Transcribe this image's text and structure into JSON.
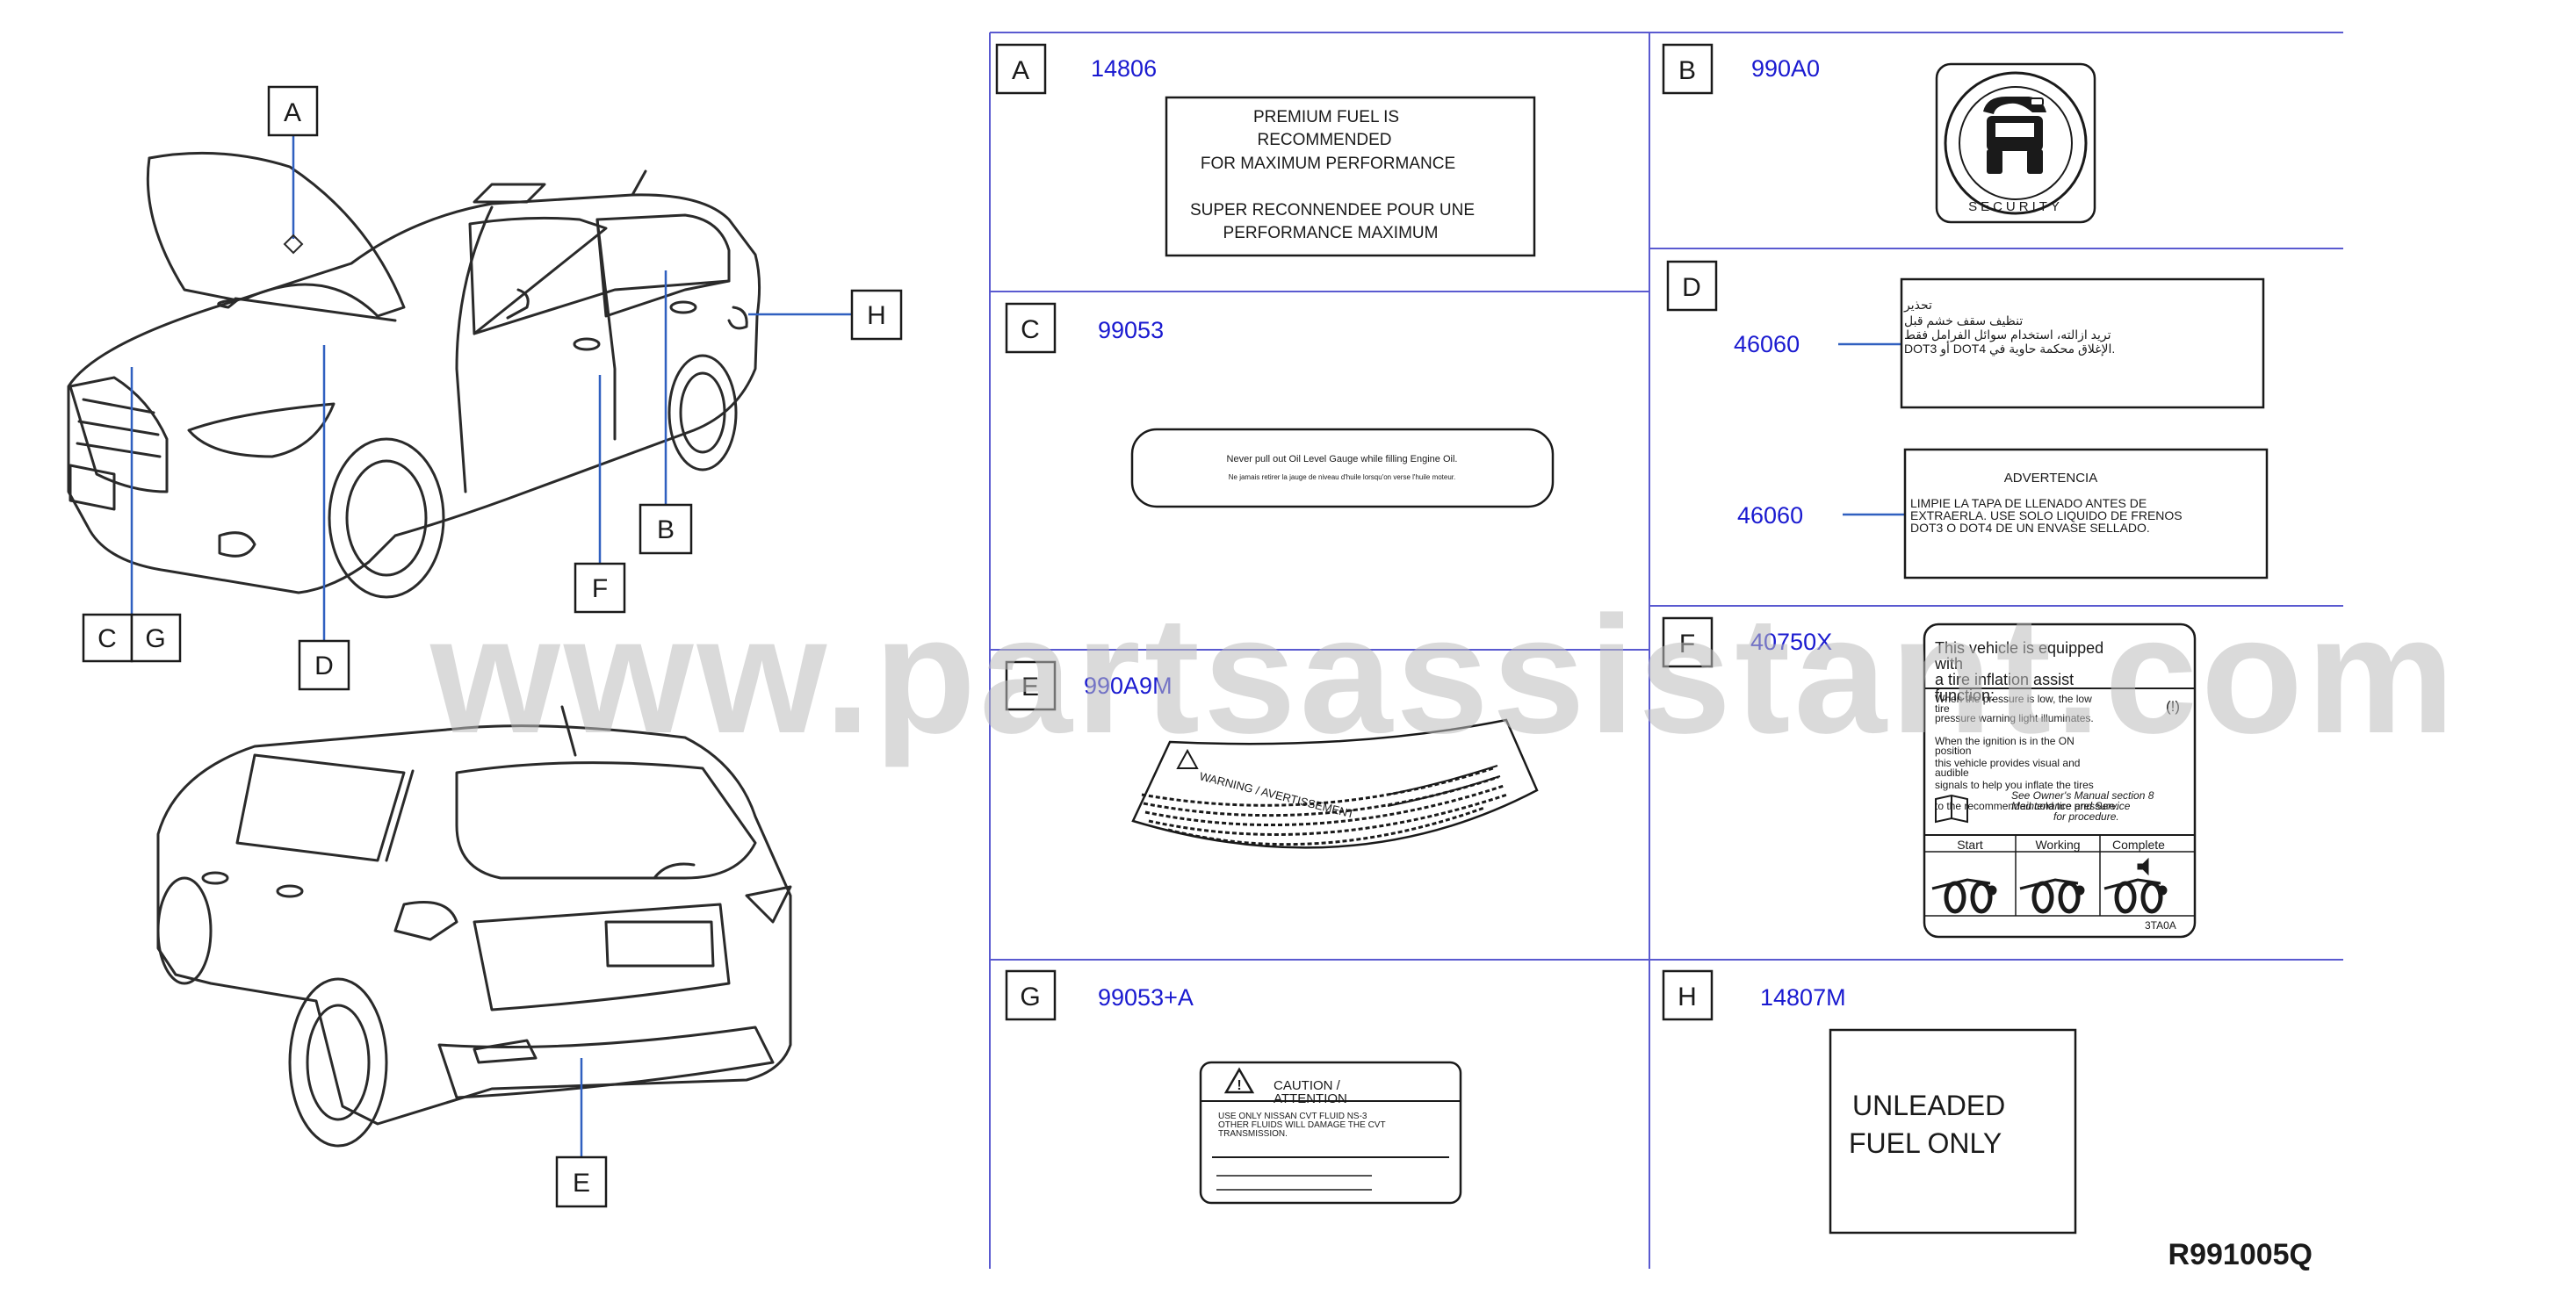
{
  "callouts": {
    "A": "A",
    "B": "B",
    "C": "C",
    "D": "D",
    "E": "E",
    "F": "F",
    "G": "G",
    "H": "H"
  },
  "panels": {
    "A": {
      "letter": "A",
      "part": "14806",
      "lines": [
        "PREMIUM   FUEL   IS",
        "RECOMMENDED",
        "FOR   MAXIMUM   PERFORMANCE",
        "SUPER   RECONNENDEE   POUR   UNE",
        "PERFORMANCE   MAXIMUM"
      ]
    },
    "B": {
      "letter": "B",
      "part": "990A0",
      "ring_text": "SECURITY"
    },
    "C": {
      "letter": "C",
      "part": "99053",
      "line1": "Never   pull   out   Oil   Level   Gauge   while   filling   Engine   Oil.",
      "line2": "Ne   jamais   retirer   la   jauge   de   niveau   d'huile   lorsqu'on   verse   l'huile   moteur."
    },
    "D": {
      "letter": "D",
      "label1": {
        "part": "46060",
        "lines": [
          "تحذير",
          "تنظيف  سقف  خشم  قبل",
          "تريد  ازالته،  استخدام  سوائل  الفرامل  فقط",
          "DOT3  أو  DOT4  الإغلاق  محكمة  حاوية  في."
        ]
      },
      "label2": {
        "part": "46060",
        "title": "ADVERTENCIA",
        "lines": [
          "LIMPIE   LA   TAPA   DE   LLENADO   ANTES   DE",
          "EXTRAERLA.   USE   SOLO   LIQUIDO   DE   FRENOS",
          "DOT3   O   DOT4   DE   UN   ENVASE   SELLADO."
        ]
      }
    },
    "E": {
      "letter": "E",
      "part": "990A9M",
      "label_title": "WARNING / AVERTISSEMENT"
    },
    "F": {
      "letter": "F",
      "part": "40750X",
      "lines": [
        "This   vehicle   is   equipped",
        "with",
        "a   tire   inflation   assist",
        "function:"
      ],
      "small_lines": [
        "When   the   pressure   is   low,   the   low",
        "tire",
        "pressure   warning   light   illuminates.",
        "When   the   ignition   is   in   the   ON",
        "position",
        "this   vehicle   provides   visual   and",
        "audible",
        "signals   to   help   you   inflate   the   tires",
        "to   the   recommended   cold   tire   pressure."
      ],
      "manual_lines": [
        "See  Owner's  Manual  section  8",
        "Maintenance  and  Service",
        "for  procedure."
      ],
      "stages": [
        "Start",
        "Working",
        "Complete"
      ],
      "code": "3TA0A"
    },
    "G": {
      "letter": "G",
      "part": "99053+A",
      "title1": "CAUTION   /",
      "title2": "ATTENTION",
      "lines": [
        "USE   ONLY   NISSAN   CVT   FLUID   NS-3",
        "OTHER   FLUIDS   WILL   DAMAGE   THE   CVT",
        "TRANSMISSION."
      ]
    },
    "H": {
      "letter": "H",
      "part": "14807M",
      "lines": [
        "UNLEADED",
        "FUEL   ONLY"
      ]
    }
  },
  "watermark": "www.partsassistant.com",
  "reference": "R991005Q",
  "colors": {
    "part_number": "#1a1ad0",
    "line": "#1a1a1a",
    "panel_rule": "#5a5ad0",
    "watermark": "#bdbdbd"
  }
}
